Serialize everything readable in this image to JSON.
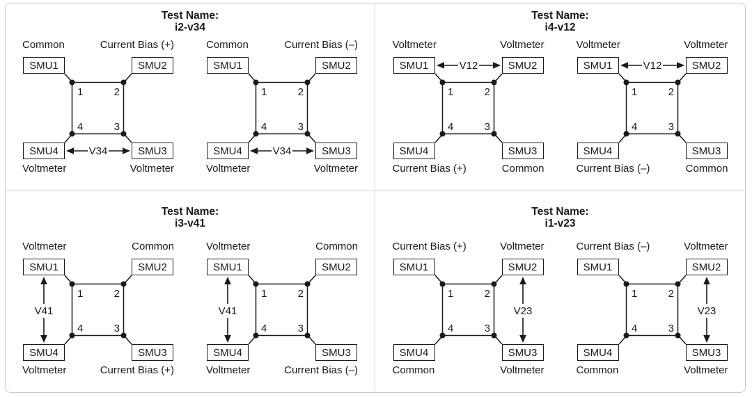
{
  "frame": {
    "background": "#ffffff",
    "border_color": "#c9c9c9",
    "divider_color": "#d2d2d2",
    "line_color": "#1a1a1a"
  },
  "shared": {
    "test_name_prefix": "Test Name:",
    "smu1": "SMU1",
    "smu2": "SMU2",
    "smu3": "SMU3",
    "smu4": "SMU4",
    "corner1": "1",
    "corner2": "2",
    "corner3": "3",
    "corner4": "4"
  },
  "quadrants": {
    "q1": {
      "test_name": "i2-v34",
      "left": {
        "tl": "Common",
        "tr": "Current Bias (+)",
        "bl": "Voltmeter",
        "br": "Voltmeter",
        "v": "V34",
        "v_arrow": "horizontal-bottom"
      },
      "right": {
        "tl": "Common",
        "tr": "Current Bias (–)",
        "bl": "Voltmeter",
        "br": "Voltmeter",
        "v": "V34",
        "v_arrow": "horizontal-bottom"
      }
    },
    "q2": {
      "test_name": "i4-v12",
      "left": {
        "tl": "Voltmeter",
        "tr": "Voltmeter",
        "bl": "Current Bias (+)",
        "br": "Common",
        "v": "V12",
        "v_arrow": "horizontal-top"
      },
      "right": {
        "tl": "Voltmeter",
        "tr": "Voltmeter",
        "bl": "Current Bias (–)",
        "br": "Common",
        "v": "V12",
        "v_arrow": "horizontal-top"
      }
    },
    "q3": {
      "test_name": "i3-v41",
      "left": {
        "tl": "Voltmeter",
        "tr": "Common",
        "bl": "Voltmeter",
        "br": "Current Bias (+)",
        "v": "V41",
        "v_arrow": "vertical-left"
      },
      "right": {
        "tl": "Voltmeter",
        "tr": "Common",
        "bl": "Voltmeter",
        "br": "Current Bias (–)",
        "v": "V41",
        "v_arrow": "vertical-left"
      }
    },
    "q4": {
      "test_name": "i1-v23",
      "left": {
        "tl": "Current Bias (+)",
        "tr": "Voltmeter",
        "bl": "Common",
        "br": "Voltmeter",
        "v": "V23",
        "v_arrow": "vertical-right"
      },
      "right": {
        "tl": "Current Bias (–)",
        "tr": "Voltmeter",
        "bl": "Common",
        "br": "Voltmeter",
        "v": "V23",
        "v_arrow": "vertical-right"
      }
    }
  }
}
